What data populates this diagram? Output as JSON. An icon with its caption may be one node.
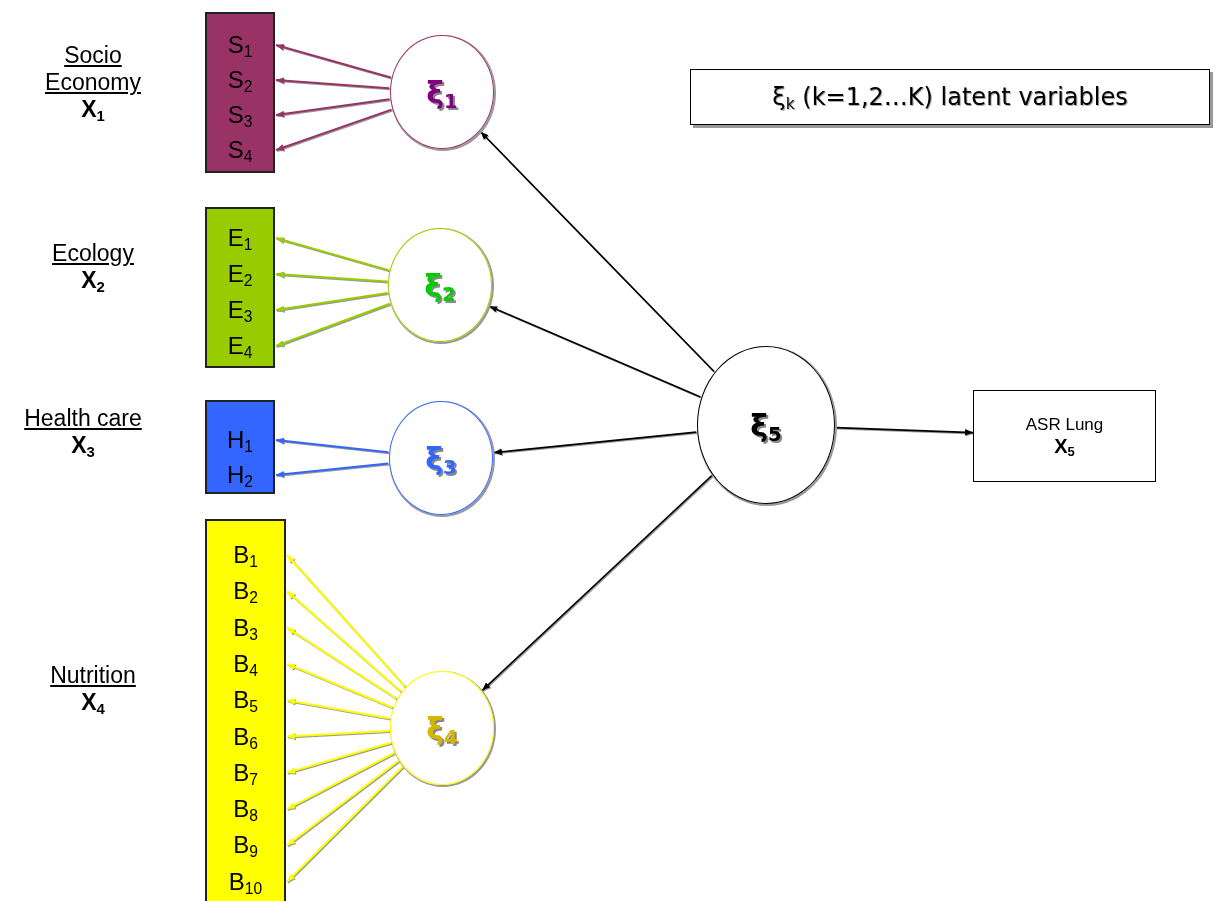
{
  "diagram": {
    "nodes": [
      {
        "text": [],
        "shape": "bar",
        "beside": [
          "Socio Economy",
          "X$_{1}$"
        ]
      },
      {
        "text": [
          "S$_{1}$"
        ],
        "in": 0
      },
      {
        "text": [
          "S$_{2}$"
        ],
        "in": 0
      },
      {
        "text": [
          "S$_{3}$"
        ],
        "in": 0
      },
      {
        "text": [
          "S$_{4}$"
        ],
        "in": 0
      },
      {
        "text": [],
        "shape": "bar",
        "beside": [
          "Ecology",
          "X$_{2}$"
        ]
      },
      {
        "text": [
          "E$_{1}$"
        ],
        "in": 5
      },
      {
        "text": [
          "E$_{2}$"
        ],
        "in": 5
      },
      {
        "text": [
          "E$_{3}$"
        ],
        "in": 5
      },
      {
        "text": [
          "E$_{4}$"
        ],
        "in": 5
      },
      {
        "text": [],
        "shape": "bar",
        "beside": [
          "Health care",
          "X$_{3}$"
        ]
      },
      {
        "text": [
          "H$_{1}$"
        ],
        "in": 10
      },
      {
        "text": [
          "H$_{2}$"
        ],
        "in": 10
      },
      {
        "text": [],
        "shape": "bar",
        "beside": [
          "Nutrition",
          "X$_{4}$"
        ]
      },
      {
        "text": [
          "B$_{1}$"
        ],
        "in": 13
      },
      {
        "text": [
          "B$_{2}$"
        ],
        "in": 13
      },
      {
        "text": [
          "B$_{3}$"
        ],
        "in": 13
      },
      {
        "text": [
          "B$_{4}$"
        ],
        "in": 13
      },
      {
        "text": [
          "B$_{5}$"
        ],
        "in": 13
      },
      {
        "text": [
          "B$_{6}$"
        ],
        "in": 13
      },
      {
        "text": [
          "B$_{7}$"
        ],
        "in": 13
      },
      {
        "text": [
          "B$_{8}$"
        ],
        "in": 13
      },
      {
        "text": [
          "B$_{9}$"
        ],
        "in": 13
      },
      {
        "text": [
          "B$_{10}$"
        ],
        "in": 13
      },
      {
        "text": [
          "ξ$_{1}$"
        ]
      },
      {
        "text": [
          "ξ$_{2}$"
        ]
      },
      {
        "text": [
          "ξ$_{3}$"
        ]
      },
      {
        "text": [
          "ξ$_{4}$"
        ]
      },
      {
        "text": [
          "ξ$_{5}$"
        ]
      },
      {
        "text": [
          "ASR Lung",
          "X$_{5}$"
        ]
      },
      {
        "text": [
          "ξ$_{k}$ (k=1,2…K) latent variables"
        ]
      }
    ],
    "edges": [
      {
        "from": 24,
        "to": 1,
        "arrow": "to",
        "color": "#993366"
      },
      {
        "from": 24,
        "to": 2,
        "arrow": "to",
        "color": "#993366"
      },
      {
        "from": 24,
        "to": 3,
        "arrow": "to",
        "color": "#993366"
      },
      {
        "from": 24,
        "to": 4,
        "arrow": "to",
        "color": "#993366"
      },
      {
        "from": 25,
        "to": 6,
        "arrow": "to",
        "color": "#99cc00"
      },
      {
        "from": 25,
        "to": 7,
        "arrow": "to",
        "color": "#99cc00"
      },
      {
        "from": 25,
        "to": 8,
        "arrow": "to",
        "color": "#99cc00"
      },
      {
        "from": 25,
        "to": 9,
        "arrow": "to",
        "color": "#99cc00"
      },
      {
        "from": 26,
        "to": 11,
        "arrow": "to",
        "color": "#3366ff"
      },
      {
        "from": 26,
        "to": 12,
        "arrow": "to",
        "color": "#3366ff"
      },
      {
        "from": 27,
        "to": 14,
        "arrow": "to",
        "color": "#ffff00"
      },
      {
        "from": 27,
        "to": 15,
        "arrow": "to",
        "color": "#ffff00"
      },
      {
        "from": 27,
        "to": 16,
        "arrow": "to",
        "color": "#ffff00"
      },
      {
        "from": 27,
        "to": 17,
        "arrow": "to",
        "color": "#ffff00"
      },
      {
        "from": 27,
        "to": 18,
        "arrow": "to",
        "color": "#ffff00"
      },
      {
        "from": 27,
        "to": 19,
        "arrow": "to",
        "color": "#ffff00"
      },
      {
        "from": 27,
        "to": 20,
        "arrow": "to",
        "color": "#ffff00"
      },
      {
        "from": 27,
        "to": 21,
        "arrow": "to",
        "color": "#ffff00"
      },
      {
        "from": 27,
        "to": 22,
        "arrow": "to",
        "color": "#ffff00"
      },
      {
        "from": 27,
        "to": 23,
        "arrow": "to",
        "color": "#ffff00"
      },
      {
        "from": 28,
        "to": 24,
        "arrow": "to",
        "color": "#000000"
      },
      {
        "from": 28,
        "to": 25,
        "arrow": "to",
        "color": "#000000"
      },
      {
        "from": 28,
        "to": 26,
        "arrow": "to",
        "color": "#000000"
      },
      {
        "from": 28,
        "to": 27,
        "arrow": "to",
        "color": "#000000"
      },
      {
        "from": 28,
        "to": 29,
        "arrow": "to",
        "color": "#000000"
      }
    ]
  }
}
